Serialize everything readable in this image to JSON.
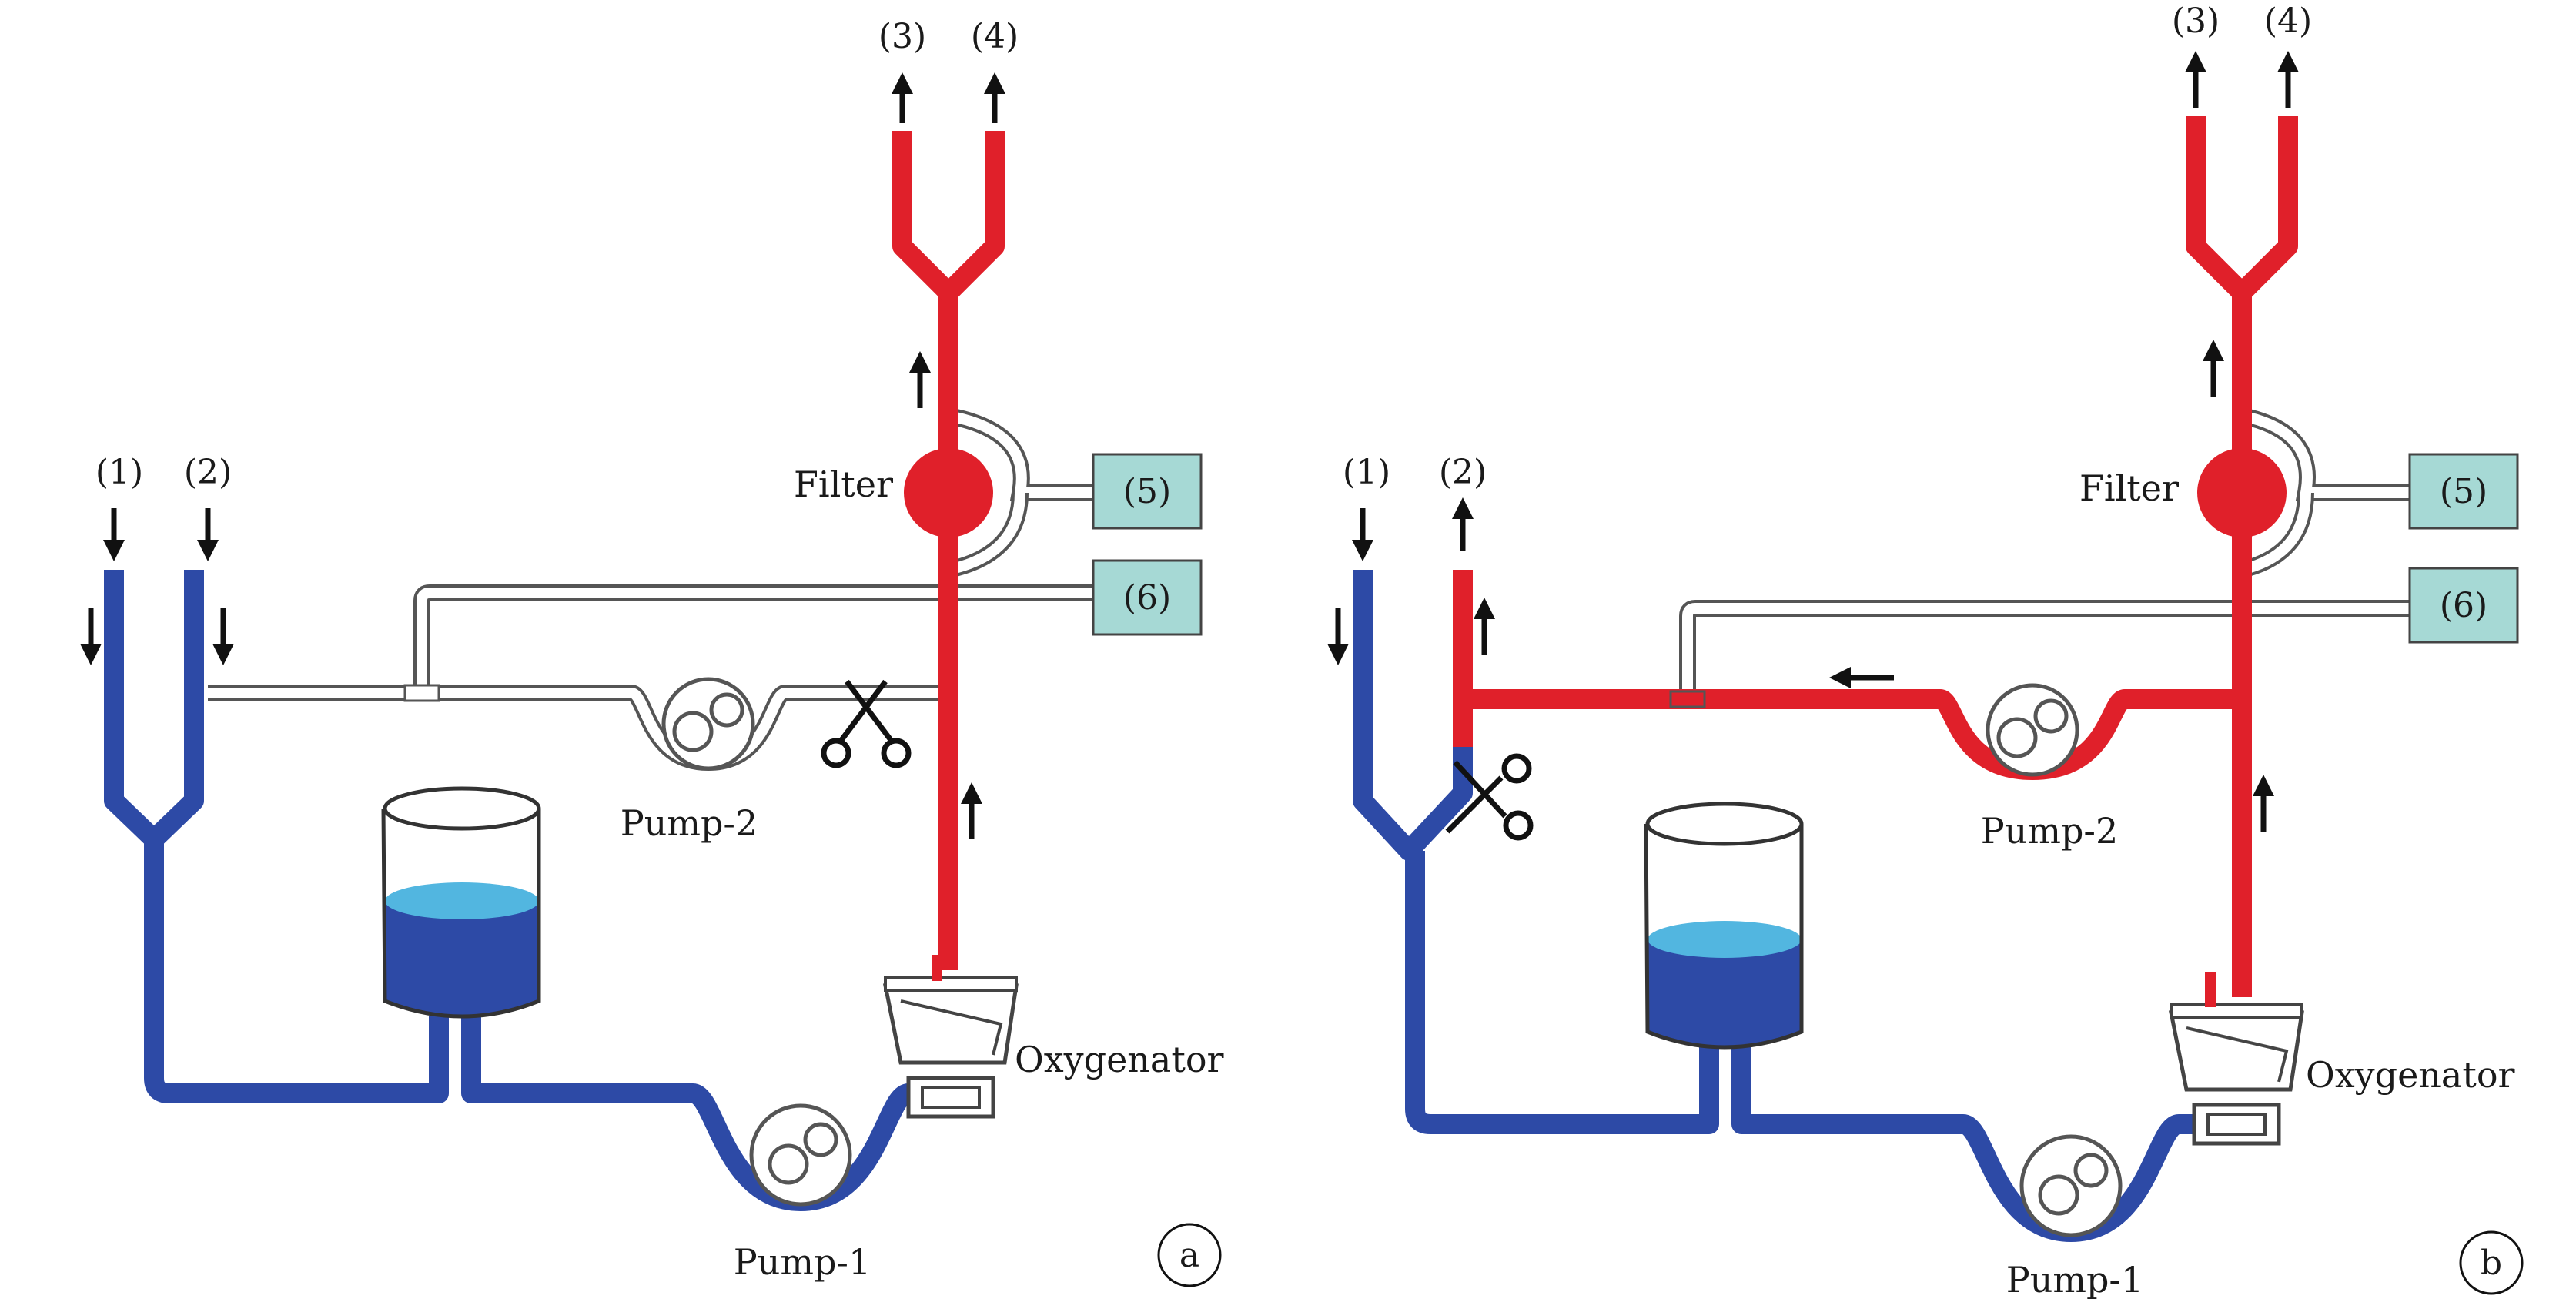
{
  "colors": {
    "venous": "#2d4aa6",
    "arterial": "#e0202a",
    "prime": "#ffffff",
    "line_outline": "#555555",
    "monitor_box": "#a6d9d5",
    "fluid_top": "#52b6e0",
    "fluid_body": "#2d4aa6"
  },
  "panels": [
    {
      "id": "a",
      "badge": "a",
      "ports": {
        "p1": "(1)",
        "p2": "(2)",
        "p3": "(3)",
        "p4": "(4)"
      },
      "filter_label": "Filter",
      "box5_label": "(5)",
      "box6_label": "(6)",
      "pump2_label": "Pump-2",
      "pump1_label": "Pump-1",
      "oxygenator_label": "Oxygenator"
    },
    {
      "id": "b",
      "badge": "b",
      "ports": {
        "p1": "(1)",
        "p2": "(2)",
        "p3": "(3)",
        "p4": "(4)"
      },
      "filter_label": "Filter",
      "box5_label": "(5)",
      "box6_label": "(6)",
      "pump2_label": "Pump-2",
      "pump1_label": "Pump-1",
      "oxygenator_label": "Oxygenator"
    }
  ]
}
